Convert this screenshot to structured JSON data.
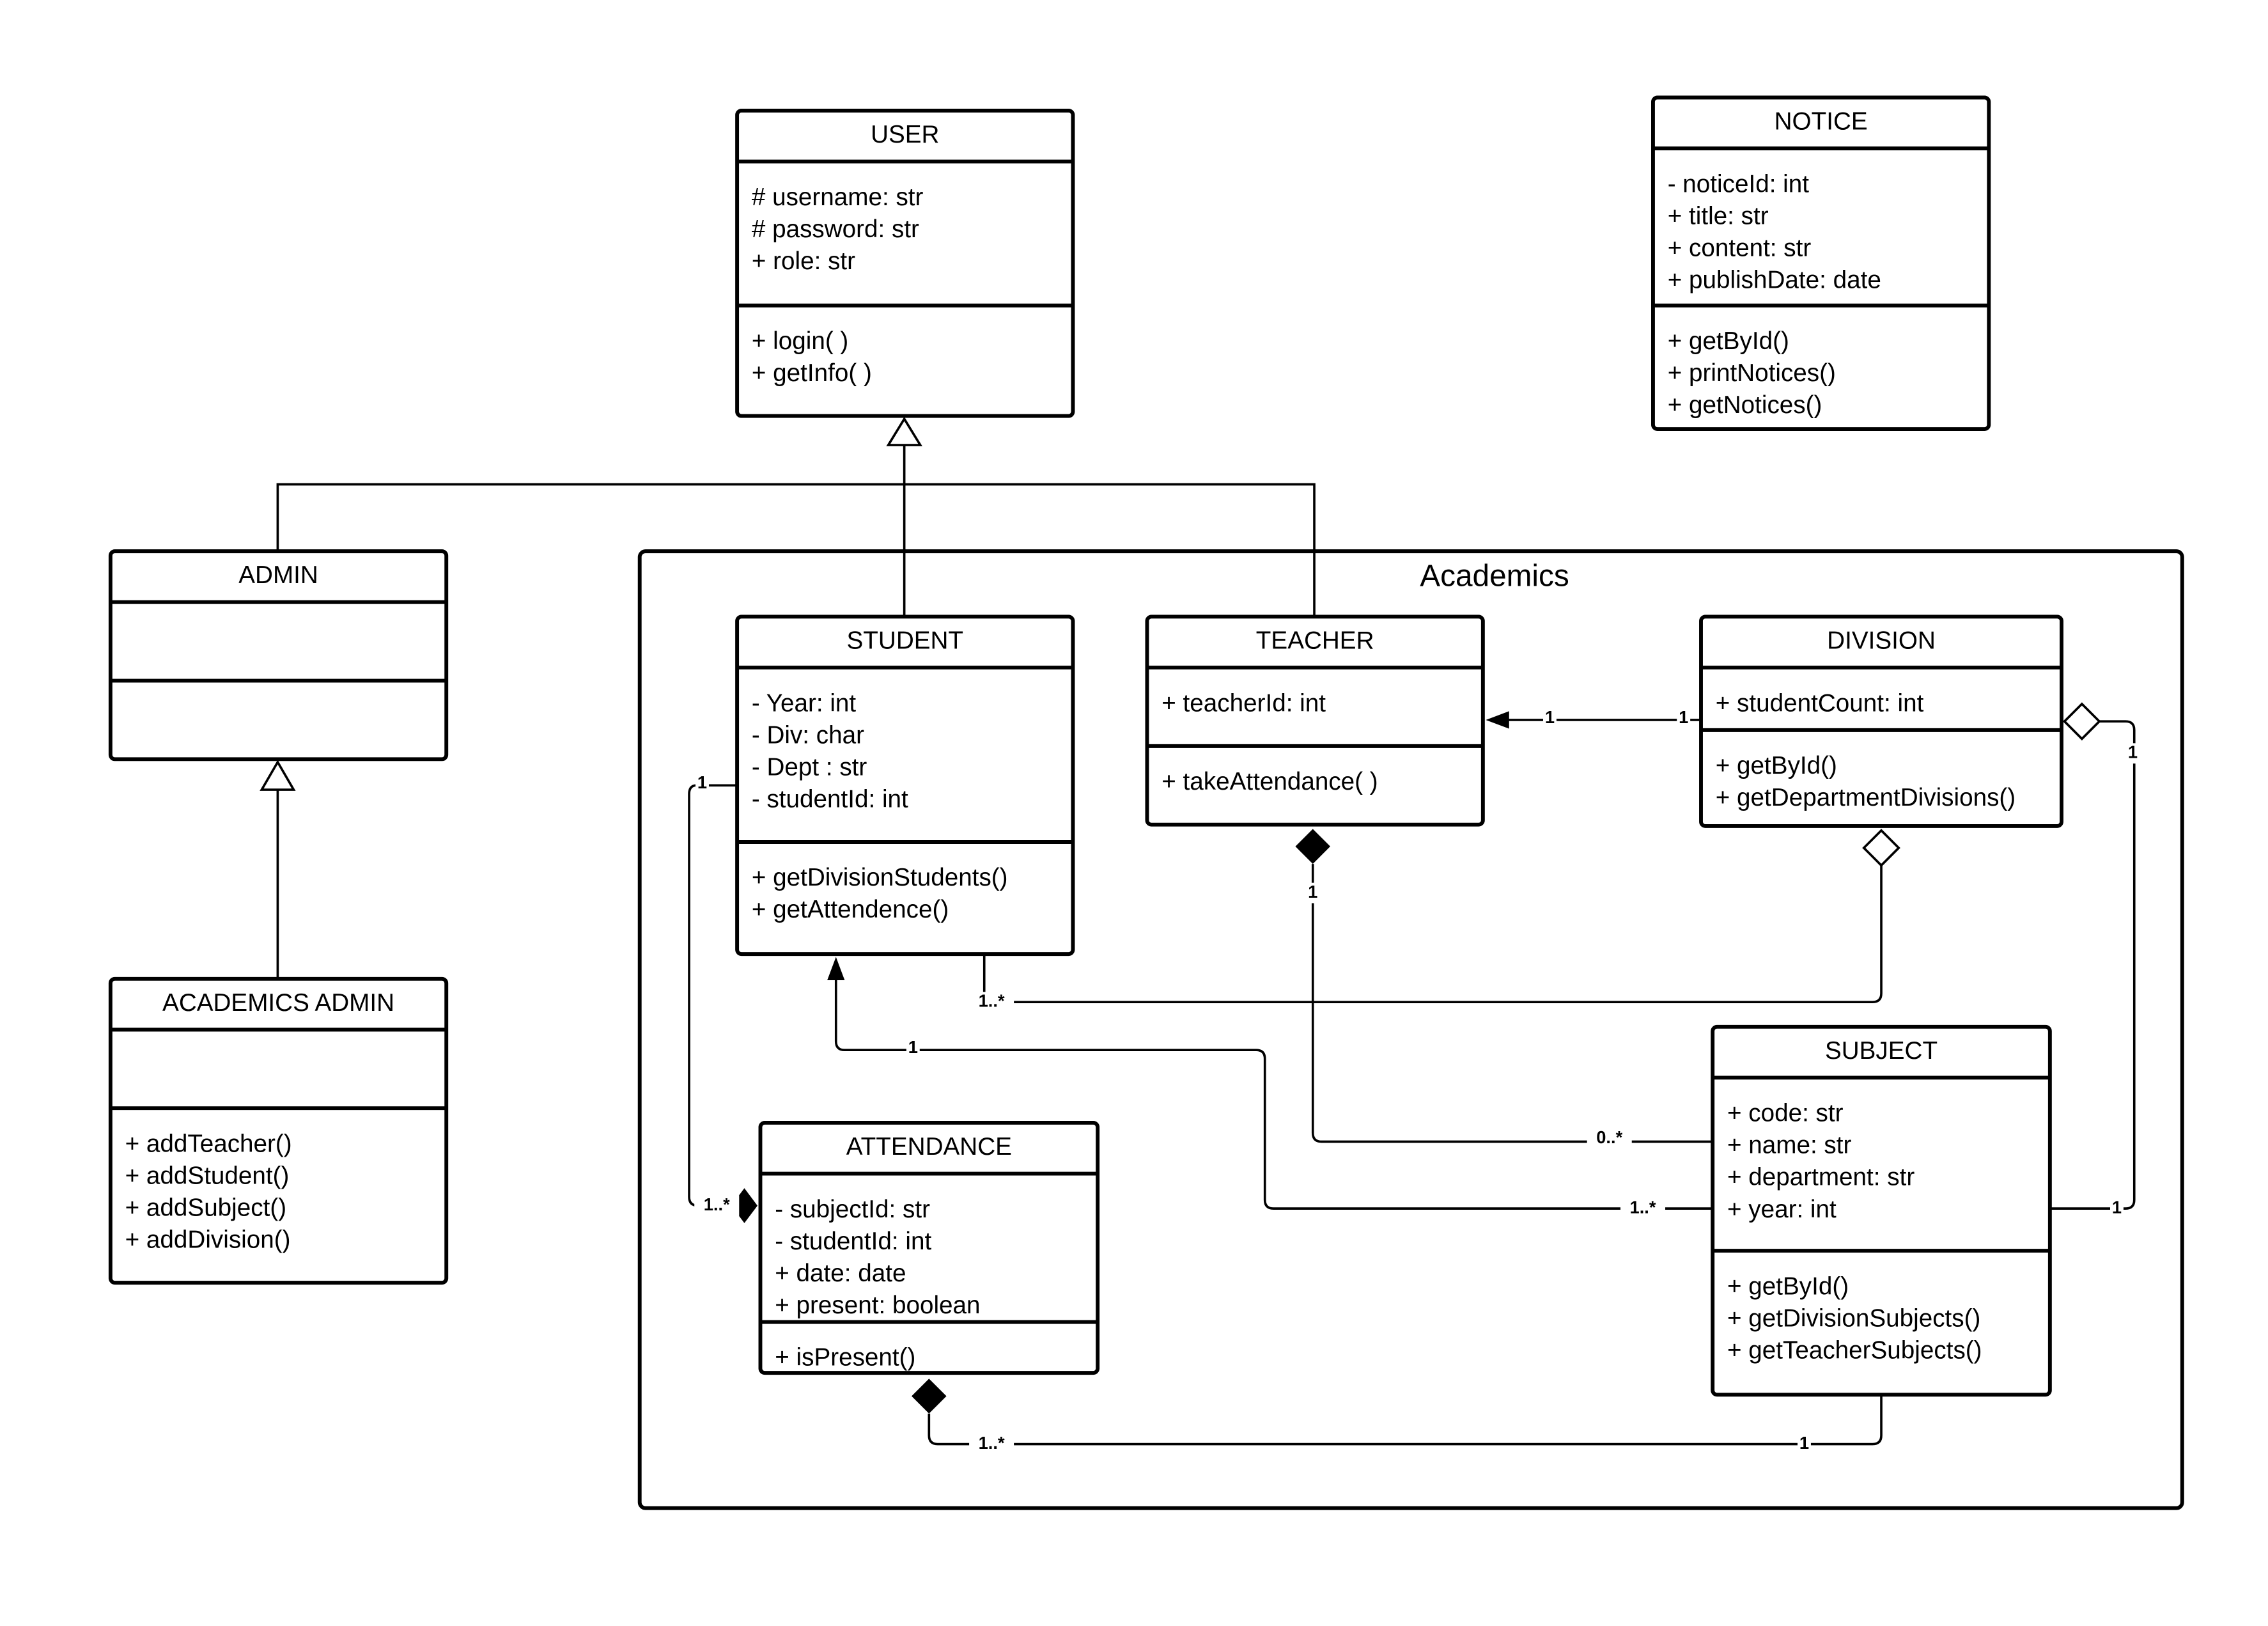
{
  "frame": {
    "label": "Academics"
  },
  "classes": {
    "user": {
      "name": "USER",
      "attributes": [
        "# username: str",
        "# password: str",
        "+ role: str"
      ],
      "methods": [
        "+ login( )",
        "+ getInfo( )"
      ]
    },
    "notice": {
      "name": "NOTICE",
      "attributes": [
        "- noticeId: int",
        "+ title: str",
        "+ content: str",
        "+ publishDate: date"
      ],
      "methods": [
        "+  getById()",
        "+ printNotices()",
        "+ getNotices()"
      ]
    },
    "admin": {
      "name": "ADMIN",
      "attributes": [],
      "methods": []
    },
    "academics_admin": {
      "name": "ACADEMICS ADMIN",
      "attributes": [],
      "methods": [
        "+ addTeacher()",
        "+ addStudent()",
        "+ addSubject()",
        "+ addDivision()"
      ]
    },
    "student": {
      "name": "STUDENT",
      "attributes": [
        "- Year: int",
        "- Div: char",
        "- Dept : str",
        "- studentId: int"
      ],
      "methods": [
        "+ getDivisionStudents()",
        "+ getAttendence()"
      ]
    },
    "teacher": {
      "name": "TEACHER",
      "attributes": [
        "+ teacherId: int"
      ],
      "methods": [
        "+ takeAttendance( )"
      ]
    },
    "division": {
      "name": "DIVISION",
      "attributes": [
        "+ studentCount: int"
      ],
      "methods": [
        "+ getById()",
        "+ getDepartmentDivisions()"
      ]
    },
    "subject": {
      "name": "SUBJECT",
      "attributes": [
        "+ code: str",
        "+ name: str",
        "+ department: str",
        "+ year: int"
      ],
      "methods": [
        "+ getById()",
        "+ getDivisionSubjects()",
        "+ getTeacherSubjects()"
      ]
    },
    "attendance": {
      "name": "ATTENDANCE",
      "attributes": [
        "- subjectId: str",
        "- studentId: int",
        "+ date: date",
        "+ present: boolean"
      ],
      "methods": [
        "+ isPresent()"
      ]
    }
  },
  "multiplicities": {
    "division_teacher_teacher_end": "1",
    "division_teacher_division_end": "1",
    "division_subject_division_end": "1",
    "division_subject_subject_end": "1",
    "division_student_student_end": "1..*",
    "teacher_subject_teacher_end": "1",
    "teacher_subject_subject_end": "0..*",
    "student_subject_student_end": "1",
    "student_subject_subject_end": "1..*",
    "student_attendance_student_end": "1",
    "student_attendance_attendance_end": "1..*",
    "attendance_subject_attendance_end": "1..*",
    "attendance_subject_subject_end": "1"
  }
}
